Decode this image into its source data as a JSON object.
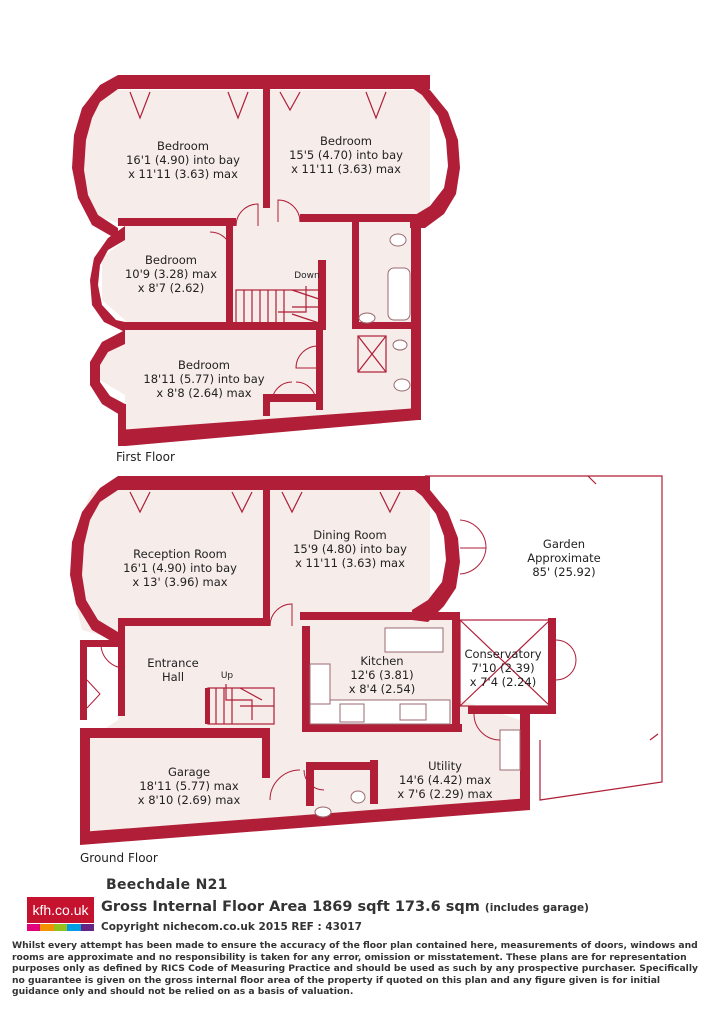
{
  "first_floor": {
    "label": "First Floor",
    "rooms": [
      {
        "name": "Bedroom",
        "dims1": "16'1 (4.90) into bay",
        "dims2": "x 11'11 (3.63) max"
      },
      {
        "name": "Bedroom",
        "dims1": "15'5 (4.70) into bay",
        "dims2": "x 11'11 (3.63) max"
      },
      {
        "name": "Bedroom",
        "dims1": "10'9 (3.28) max",
        "dims2": "x 8'7 (2.62)"
      },
      {
        "name": "Bedroom",
        "dims1": "18'11 (5.77) into bay",
        "dims2": "x 8'8 (2.64) max"
      }
    ],
    "stairs_label": "Down"
  },
  "ground_floor": {
    "label": "Ground Floor",
    "rooms": [
      {
        "name": "Reception Room",
        "dims1": "16'1 (4.90) into bay",
        "dims2": "x 13' (3.96) max"
      },
      {
        "name": "Dining Room",
        "dims1": "15'9 (4.80) into bay",
        "dims2": "x 11'11 (3.63) max"
      },
      {
        "name": "Garden",
        "dims1": "Approximate",
        "dims2": "85' (25.92)"
      },
      {
        "name": "Entrance",
        "dims1": "Hall",
        "dims2": ""
      },
      {
        "name": "Kitchen",
        "dims1": "12'6 (3.81)",
        "dims2": "x 8'4 (2.54)"
      },
      {
        "name": "Conservatory",
        "dims1": "7'10 (2.39)",
        "dims2": "x 7'4 (2.24)"
      },
      {
        "name": "Garage",
        "dims1": "18'11 (5.77) max",
        "dims2": "x 8'10 (2.69) max"
      },
      {
        "name": "Utility",
        "dims1": "14'6 (4.42) max",
        "dims2": "x 7'6 (2.29) max"
      }
    ],
    "stairs_label": "Up"
  },
  "footer": {
    "address": "Beechdale  N21",
    "area": "Gross Internal Floor Area 1869 sqft 173.6 sqm",
    "area_note": "(includes garage)",
    "copyright": "Copyright nichecom.co.uk 2015 REF : 43017",
    "disclaimer": "Whilst every attempt has been made to ensure the accuracy of the floor plan contained here, measurements of doors, windows and rooms are approximate and no responsibility is taken for any error, omission or misstatement.  These plans are for representation purposes only as defined by RICS Code of Measuring Practice and should be used as such by any prospective purchaser.  Specifically no guarantee is given on the gross internal floor area of the property if quoted on this plan and any figure given is for initial guidance only and should not be relied on as a basis of valuation.",
    "logo_text": "kfh.co.uk",
    "logo_colors": [
      "#e3007d",
      "#f39200",
      "#95c11f",
      "#009fe3",
      "#662483"
    ]
  }
}
